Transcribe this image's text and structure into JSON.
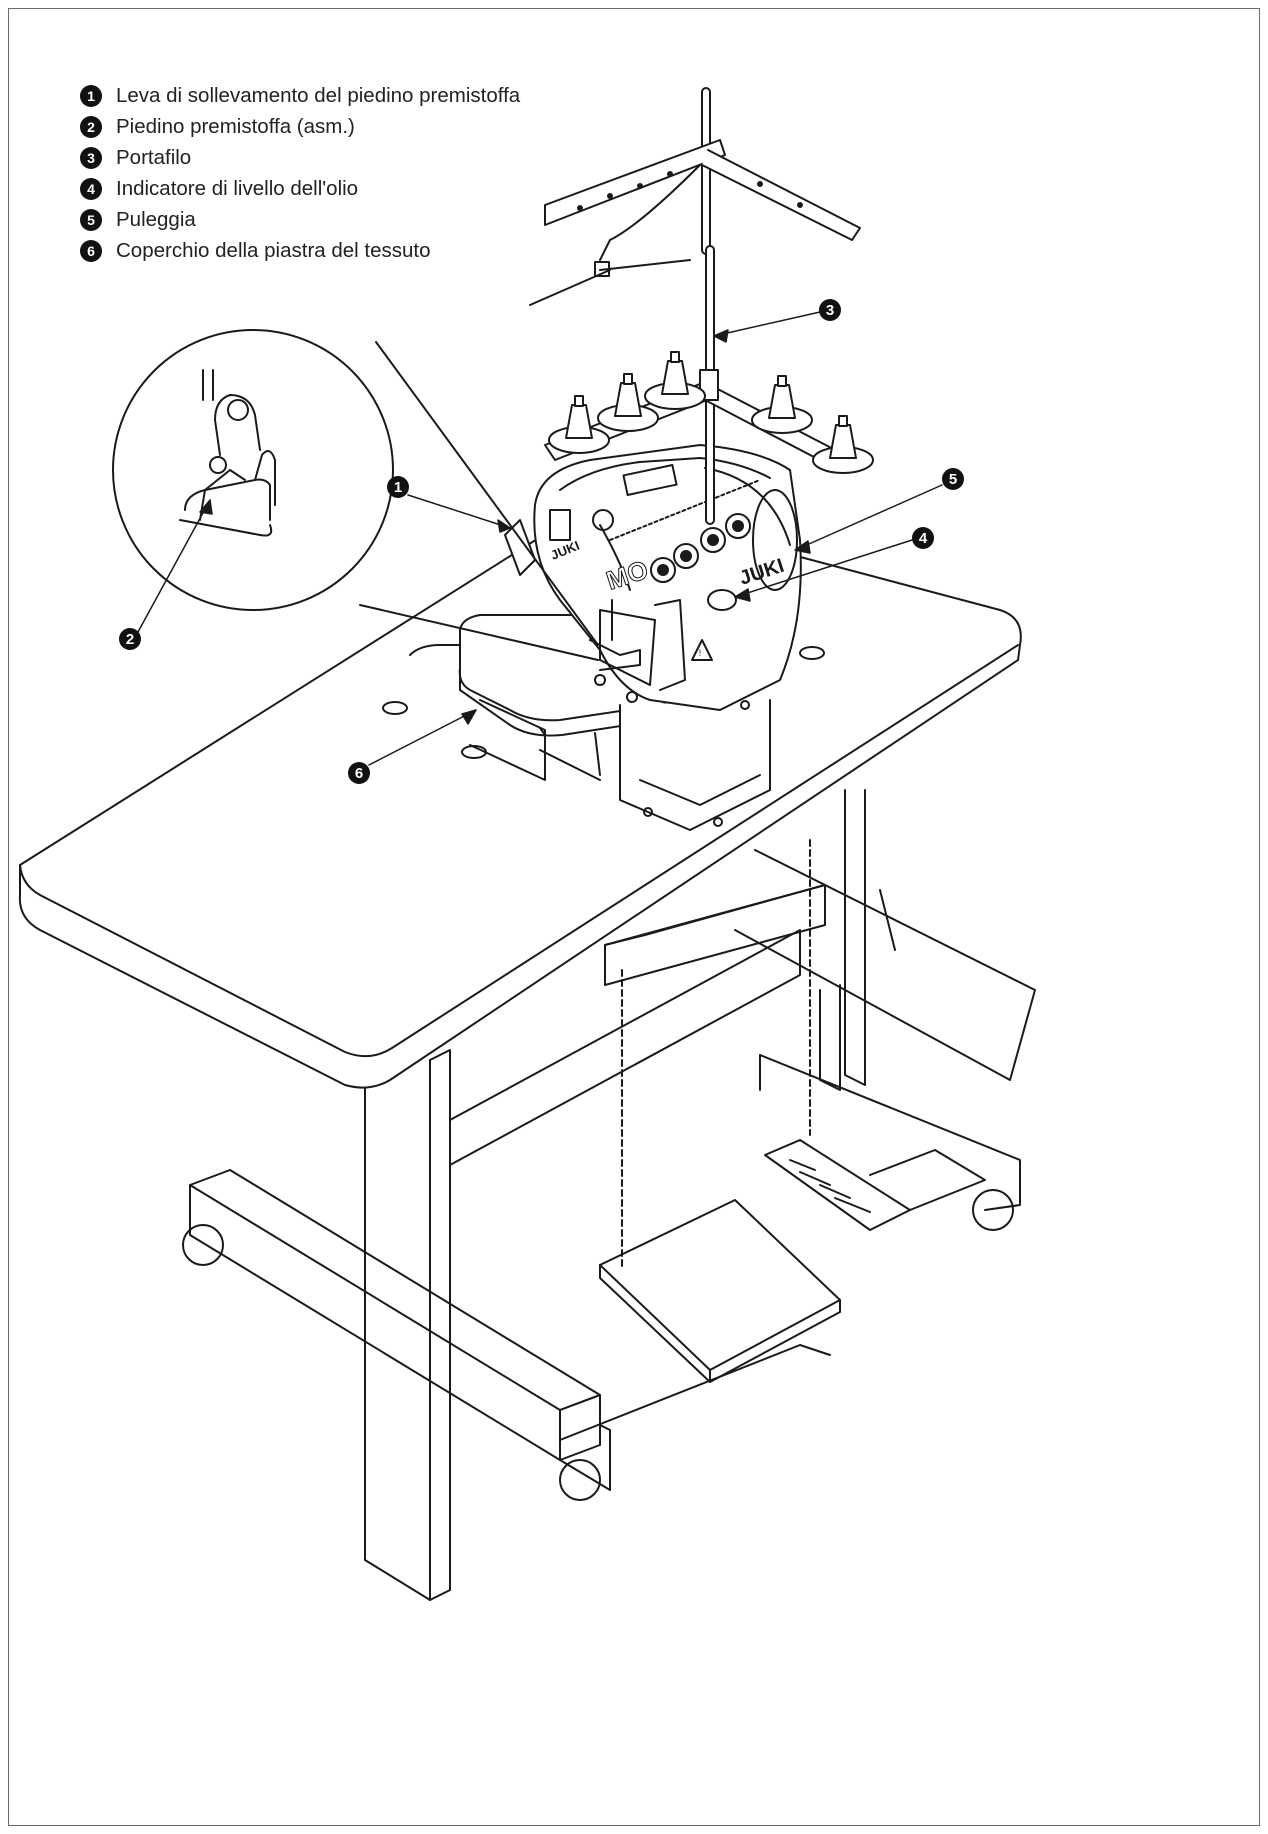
{
  "legend": [
    {
      "num": "1",
      "label": "Leva di sollevamento del piedino premistoffa"
    },
    {
      "num": "2",
      "label": "Piedino premistoffa (asm.)"
    },
    {
      "num": "3",
      "label": "Portafilo"
    },
    {
      "num": "4",
      "label": "Indicatore di livello dell'olio"
    },
    {
      "num": "5",
      "label": "Puleggia"
    },
    {
      "num": "6",
      "label": "Coperchio della piastra del tessuto"
    }
  ],
  "brand_text": "JUKI",
  "model_text": "MO",
  "colors": {
    "line": "#1a1a1a",
    "frame": "#6b6b6b",
    "shade": "#d9d9d9"
  }
}
